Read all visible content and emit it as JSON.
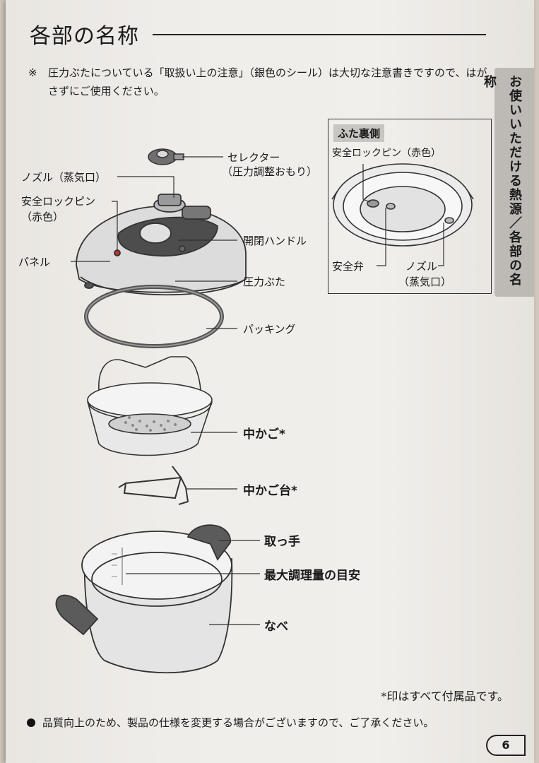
{
  "title": "各部の名称",
  "note": {
    "mark": "※",
    "text": "圧力ぶたについている「取扱い上の注意」（銀色のシール）は大切な注意書きですので、はがさずにご使用ください。"
  },
  "side_tab": "お使いいただける熱源／各部の名称",
  "labels": {
    "selector_line1": "セレクター",
    "selector_line2": "（圧力調整おもり）",
    "nozzle": "ノズル（蒸気口）",
    "lock_pin_line1": "安全ロックピン",
    "lock_pin_line2": "（赤色）",
    "panel": "パネル",
    "handle": "開閉ハンドル",
    "pressure_lid": "圧力ぶた",
    "packing": "パッキング",
    "inner_basket": "中かご*",
    "basket_stand": "中かご台*",
    "grip": "取っ手",
    "max_mark": "最大調理量の目安",
    "pot": "なべ"
  },
  "inset": {
    "title": "ふた裏側",
    "lock_pin": "安全ロックピン（赤色）",
    "safety_valve": "安全弁",
    "nozzle_line1": "ノズル",
    "nozzle_line2": "（蒸気口）"
  },
  "footnote": "*印はすべて付属品です。",
  "bottom_note": "品質向上のため、製品の仕様を変更する場合がございますので、ご了承ください。",
  "page_number": "6"
}
